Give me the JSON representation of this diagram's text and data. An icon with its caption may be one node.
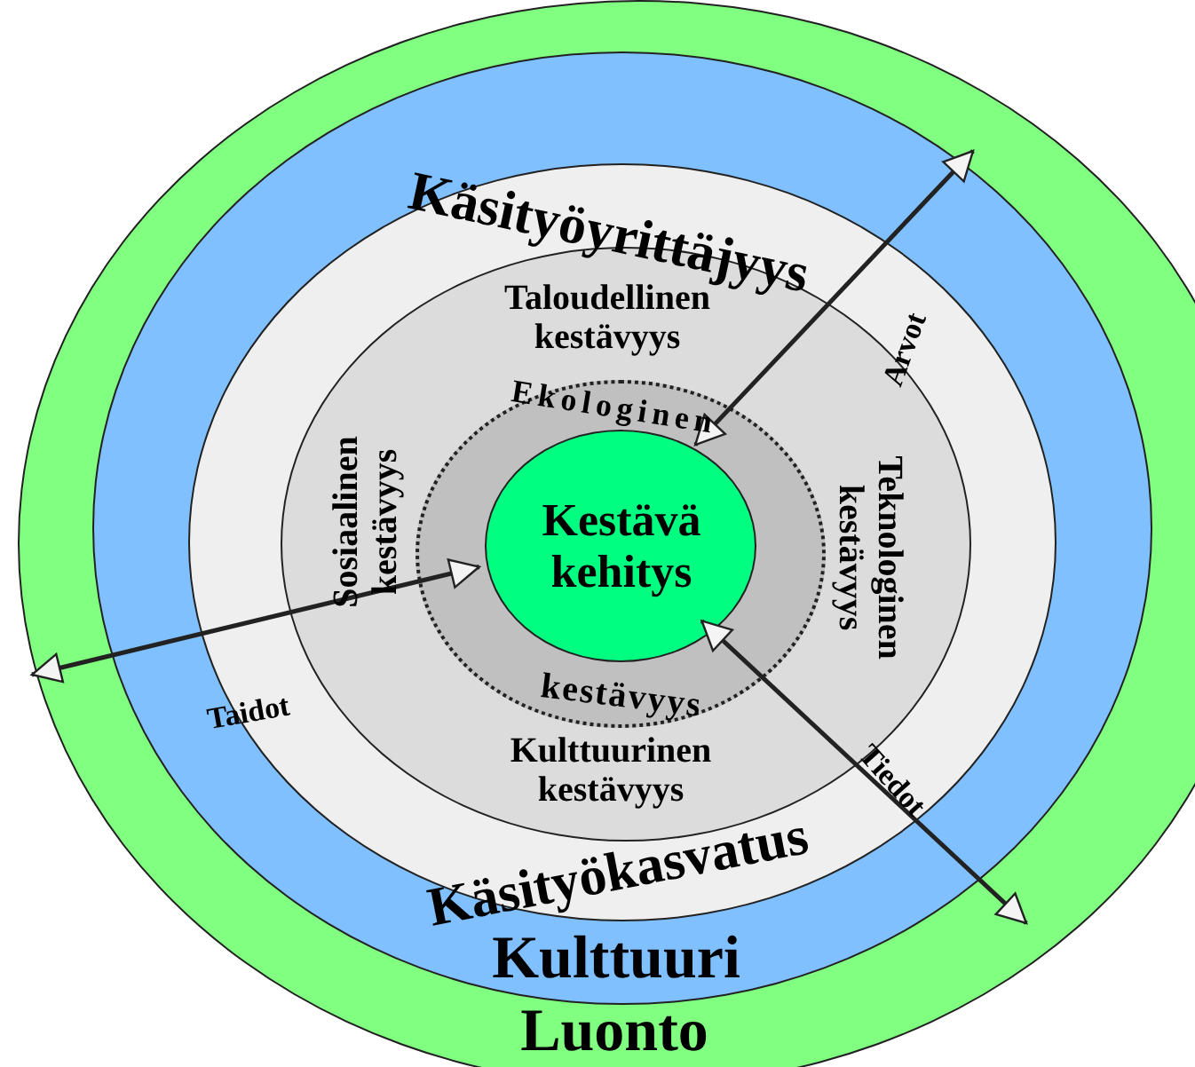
{
  "diagram": {
    "nodes": [
      {
        "text": [
          "Luonto"
        ]
      },
      {
        "text": [
          "Kulttuuri"
        ],
        "in": 0
      },
      {
        "text": [
          "Käsityöyrittäjyys",
          "Käsityökasvatus"
        ],
        "in": 1
      },
      {
        "text": [
          "Taloudellinen kestävyys",
          "Sosiaalinen kestävyys",
          "Teknologinen kestävyys",
          "Kulttuurinen kestävyys"
        ],
        "in": 2
      },
      {
        "text": [
          "Ekologinen",
          "kestävyys"
        ],
        "in": 3
      },
      {
        "text": [
          "Kestävä kehitys"
        ],
        "in": 4
      }
    ],
    "edges": [
      {
        "from": null,
        "to": 5,
        "arrow": "both",
        "label": "Taidot"
      },
      {
        "from": 5,
        "to": null,
        "arrow": "both",
        "label": "Arvot"
      },
      {
        "from": 5,
        "to": null,
        "arrow": "both",
        "label": "Tiedot"
      }
    ]
  }
}
